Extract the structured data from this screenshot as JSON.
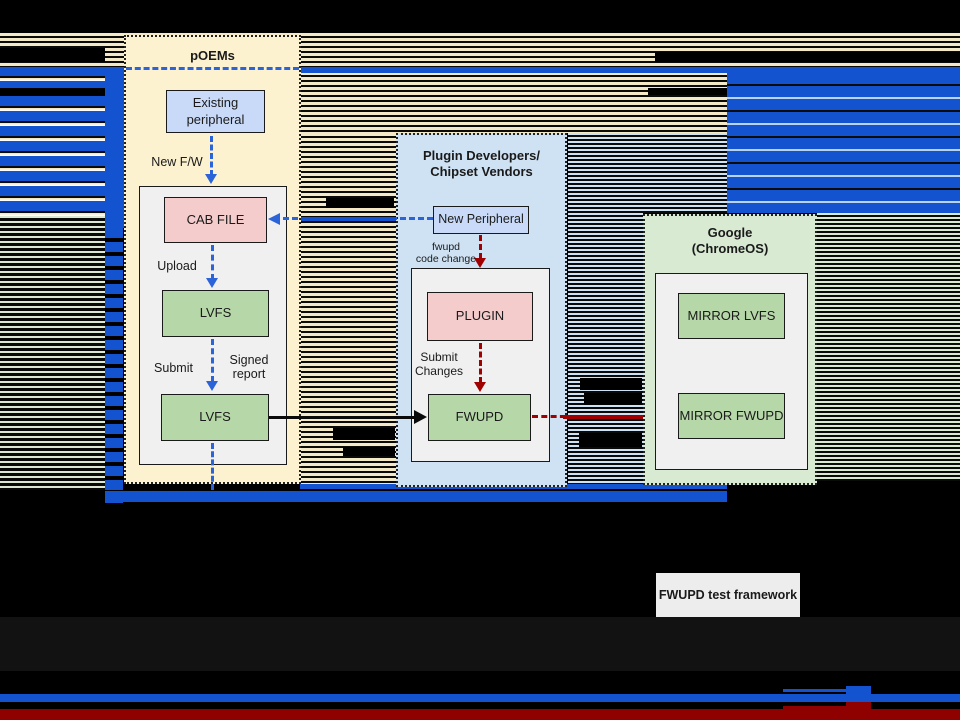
{
  "poems_panel": {
    "title": "pOEMs",
    "existing_peripheral": "Existing\nperipheral",
    "new_fw_label": "New F/W",
    "cab_file": "CAB FILE",
    "upload_label": "Upload",
    "lvfs_top": "LVFS",
    "submit_label": "Submit",
    "signed_report_label": "Signed\nreport",
    "lvfs_bottom": "LVFS"
  },
  "plugin_panel": {
    "title": "Plugin Developers/\nChipset Vendors",
    "new_peripheral": "New Peripheral",
    "fwupd_code_change_label": "fwupd\ncode change",
    "plugin": "PLUGIN",
    "submit_changes_label": "Submit\nChanges",
    "fwupd": "FWUPD"
  },
  "google_panel": {
    "title": "Google\n(ChromeOS)",
    "mirror_lvfs": "MIRROR LVFS",
    "mirror_fwupd": "MIRROR FWUPD"
  },
  "test_framework_label": "FWUPD test framework",
  "colors": {
    "cream": "#fdf2cf",
    "tan": "#f3e9c6",
    "panelblue": "#cfe2f3",
    "panelgreen": "#d9ead3",
    "boxblue": "#c9daf8",
    "boxpink": "#f4cccc",
    "boxgreen": "#b6d7a8",
    "blue": "#1453cf",
    "arrowblue": "#2b63d9",
    "darkred": "#a00000",
    "bottomred": "#8f0000",
    "grayband": "#121212"
  }
}
